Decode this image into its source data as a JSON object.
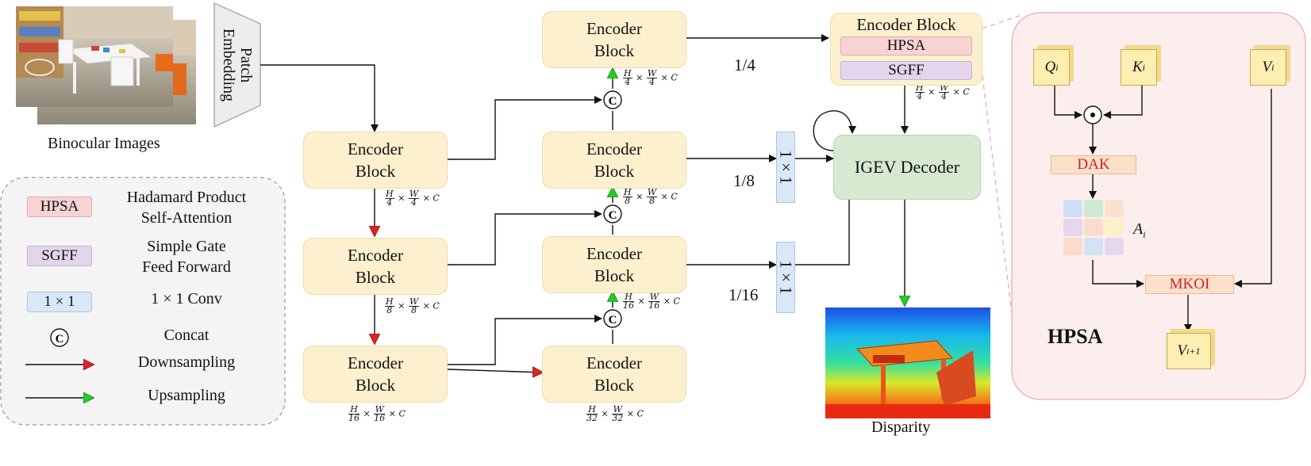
{
  "input": {
    "label": "Binocular Images"
  },
  "patch": {
    "label": "Patch Embedding"
  },
  "encoder_label": "Encoder Block",
  "encoder_line1": "Encoder",
  "encoder_line2": "Block",
  "scales": {
    "quarter": "1/4",
    "eighth": "1/8",
    "sixteenth": "1/16"
  },
  "conv_label": "1 × 1",
  "concat_symbol": "C",
  "hpsa_label": "HPSA",
  "sgff_label": "SGFF",
  "decoder": {
    "label": "IGEV Decoder"
  },
  "output": {
    "label": "Disparity"
  },
  "legend": {
    "items": [
      {
        "key": "HPSA",
        "line1": "Hadamard Product",
        "line2": "Self-Attention"
      },
      {
        "key": "SGFF",
        "line1": "Simple Gate",
        "line2": "Feed Forward"
      },
      {
        "key": "1 × 1",
        "line1": "1 × 1 Conv",
        "line2": ""
      },
      {
        "key": "C",
        "line1": "Concat",
        "line2": ""
      },
      {
        "key": "",
        "line1": "Downsampling",
        "line2": ""
      },
      {
        "key": "",
        "line1": "Upsampling",
        "line2": ""
      }
    ]
  },
  "hpsa_detail": {
    "title": "HPSA",
    "q": "Q",
    "q_sub": "i",
    "k": "K",
    "k_sub": "i",
    "v": "V",
    "v_sub": "i",
    "v_next_sub": "i+1",
    "a": "A",
    "a_sub": "i",
    "dak": "DAK",
    "mkoi": "MKOI",
    "hadamard_symbol": "⊙"
  },
  "dims": {
    "H": "H",
    "W": "W",
    "C": "C",
    "times": "×",
    "d4": "4",
    "d8": "8",
    "d16": "16",
    "d32": "32"
  },
  "colors": {
    "encoder_fill": "#fdf0cf",
    "hpsa_fill": "#f8d3d3",
    "sgff_fill": "#e3d5ec",
    "conv_fill": "#d8e8f7",
    "decoder_fill": "#d7ead1",
    "detail_panel_fill": "#fdeeee",
    "legend_panel_fill": "#f4f4f4",
    "downsample_arrow": "#dd2222",
    "upsample_arrow": "#22cc22",
    "detail_text_red": "#d42020"
  }
}
